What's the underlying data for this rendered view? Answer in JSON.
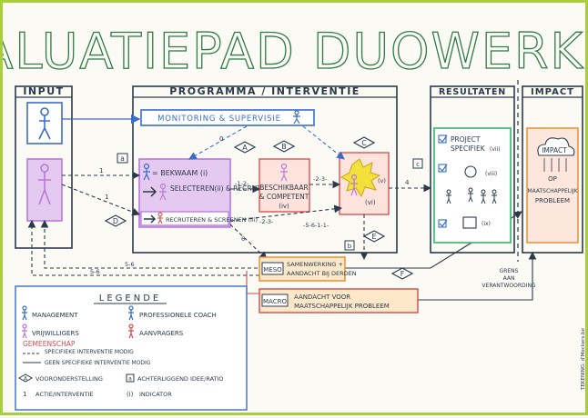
{
  "title": "EVALUATIEPAD DUOWERKING",
  "sections": {
    "input": "INPUT",
    "programma": "PROGRAMMA / INTERVENTIE",
    "resultaten": "RESULTATEN",
    "impact": "IMPACT"
  },
  "nodes": {
    "monitoring": "MONITORING & SUPERVISIE",
    "bekwaam": "= BEKWAAM (i)",
    "selecteren": "SELECTEREN(ii) & RECRUTEREN",
    "recruteren": "RECRUTEREN & SCREENEN (iii)",
    "beschikbaar_line1": "BESCHIKBAAR",
    "beschikbaar_line2": "& COMPETENT",
    "beschikbaar_ind": "(iv)",
    "node_c_ind": "(vi)",
    "node_c_v": "(v)",
    "project_line1": "PROJECT",
    "project_line2": "SPECIFIEK",
    "project_ind": "(vii)",
    "res_ind_viii": "(viii)",
    "res_ind_ix": "(ix)",
    "impact_label1": "IMPACT",
    "impact_label2": "OP",
    "impact_label3": "MAATSCHAPPELIJK",
    "impact_label4": "PROBLEEM",
    "meso_tag": "MESO",
    "meso_line1": "SAMENWERKING +",
    "meso_line2": "AANDACHT BIJ DERDEN",
    "macro_tag": "MACRO",
    "macro_line1": "AANDACHT VOOR",
    "macro_line2": "MAATSCHAPPELIJK PROBLEEM",
    "grens_line1": "GRENS",
    "grens_line2": "AAN",
    "grens_line3": "VERANTWOORDING"
  },
  "markers": {
    "A": "A",
    "B": "B",
    "C": "C",
    "D": "D",
    "E": "E",
    "F": "F",
    "a": "a",
    "b": "b",
    "c": "c",
    "zero": "0",
    "one": "1",
    "two": "-1-2-",
    "three": "-2-3-",
    "four": "4",
    "five": "5",
    "six": "6",
    "two_b": "-2-3-",
    "five_six": "-5-6-1-1-",
    "s56": "5-6",
    "s56b": "5-6"
  },
  "legend": {
    "title": "LEGENDE",
    "management": "MANAGEMENT",
    "coach": "PROFESSIONELE COACH",
    "vrijwilligers": "VRIJWILLIGERS",
    "aanvragers": "AANVRAGERS",
    "gemeenschap": "GEMEENSCHAP",
    "specifieke": "SPECIFIEKE INTERVENTIE MODIG",
    "geen_specifieke": "GEEN SPECIFIEKE INTERVENTIE MODIG",
    "veronderstelling": "VOORONDERSTELLING",
    "achterliggend": "ACHTERLIGGEND IDEE/RATIO",
    "actie": "ACTIE/INTERVENTIE",
    "indicator": "INDICATOR",
    "sym_A": "A",
    "sym_a": "a",
    "sym_1": "1",
    "sym_i": "(i)"
  },
  "credit": "TEKENING: d'Mockers.be",
  "colors": {
    "border": "#a6cf3a",
    "ink": "#2b3a4a",
    "blue": "#3b6cc7",
    "purple": "#b97ad8",
    "red": "#d14b4b",
    "orange": "#e58a2b",
    "green": "#35b56e",
    "yellow": "#f2e13a",
    "title": "#2f7a4a"
  }
}
